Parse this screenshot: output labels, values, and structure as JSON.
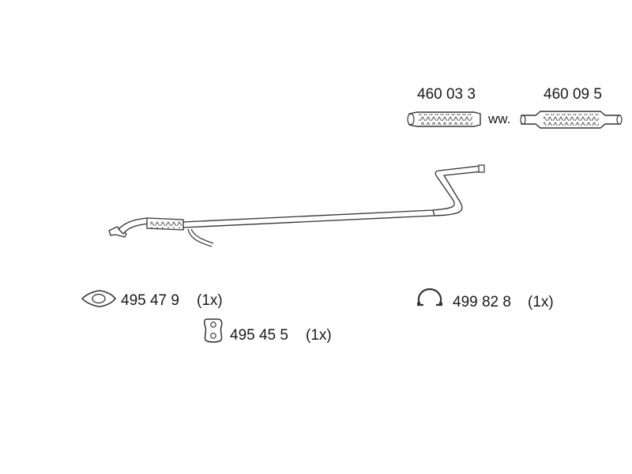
{
  "parts": {
    "flex_pipe_a": {
      "number": "460 03 3"
    },
    "flex_pipe_b": {
      "number": "460 09 5"
    },
    "alternative_text": "ww.",
    "gasket": {
      "number": "495 47 9",
      "qty": "(1x)"
    },
    "rubber_mount": {
      "number": "495 45 5",
      "qty": "(1x)"
    },
    "clamp": {
      "number": "499 82 8",
      "qty": "(1x)"
    }
  },
  "icons": {
    "gasket": "gasket-icon",
    "rubber_mount": "rubber-mount-icon",
    "clamp": "clamp-icon",
    "pipe": "exhaust-pipe-icon",
    "flex": "flex-pipe-icon"
  },
  "colors": {
    "line": "#333333",
    "text": "#1a1a1a",
    "background": "#ffffff"
  }
}
